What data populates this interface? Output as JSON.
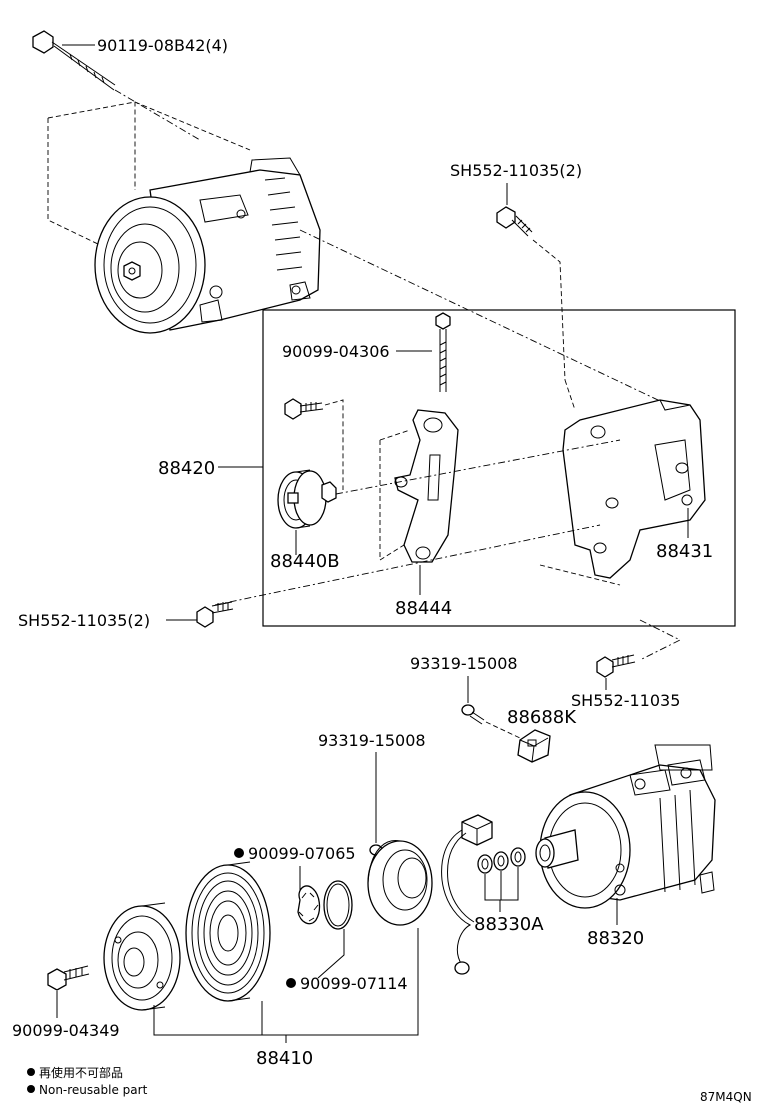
{
  "labels": {
    "bolt_top": "90119-08B42(4)",
    "bolt_right_top": "SH552-11035(2)",
    "bolt_bracket": "90099-04306",
    "assy_bracket": "88420",
    "idler_pulley": "88440B",
    "bracket_plate": "88444",
    "bracket_comp": "88431",
    "bolt_left": "SH552-11035(2)",
    "bolt_mid_right": "SH552-11035",
    "screw_a": "93319-15008",
    "connector": "88688K",
    "screw_b": "93319-15008",
    "snap_ring_a": "90099-07065",
    "snap_ring_b": "90099-07114",
    "shims": "88330A",
    "compressor": "88320",
    "bolt_clutch": "90099-04349",
    "clutch_assy": "88410"
  },
  "legend": {
    "line_jp": "再使用不可部品",
    "line_en": "Non-reusable part"
  },
  "diagram_code": "87M4QN"
}
